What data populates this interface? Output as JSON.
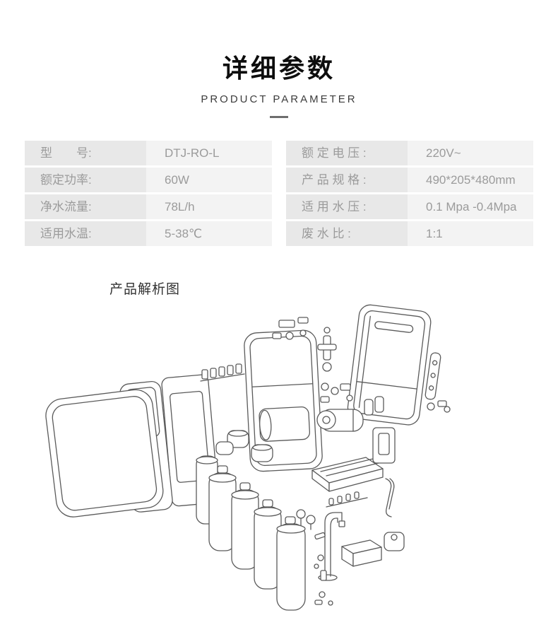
{
  "header": {
    "title": "详细参数",
    "subtitle": "PRODUCT PARAMETER"
  },
  "specs": {
    "rows": [
      {
        "left": {
          "label": "型　　号:",
          "value": "DTJ-RO-L"
        },
        "right": {
          "label": "额 定 电 压 :",
          "value": "220V~"
        }
      },
      {
        "left": {
          "label": "额定功率:",
          "value": "60W"
        },
        "right": {
          "label": "产 品 规 格 :",
          "value": "490*205*480mm"
        }
      },
      {
        "left": {
          "label": "净水流量:",
          "value": "78L/h"
        },
        "right": {
          "label": "适 用 水 压 :",
          "value": "0.1 Mpa -0.4Mpa"
        }
      },
      {
        "left": {
          "label": "适用水温:",
          "value": "5-38℃"
        },
        "right": {
          "label": "废 水 比 :",
          "value": "1:1"
        }
      }
    ]
  },
  "diagram": {
    "heading": "产品解析图"
  },
  "colors": {
    "label_bg": "#e8e8e8",
    "value_bg": "#f3f3f3",
    "text_gray": "#9b9b9b",
    "line_art": "#5a5a5a"
  }
}
